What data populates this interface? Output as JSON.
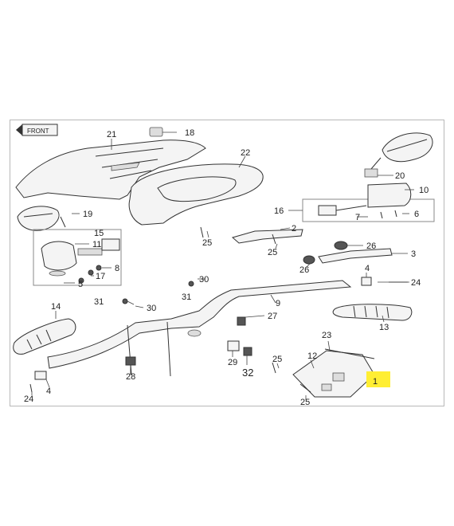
{
  "diagram": {
    "front_label": "FRONT",
    "highlight_color": "#ffee33",
    "callouts": [
      {
        "id": "c1",
        "text": "1"
      },
      {
        "id": "c2",
        "text": "2"
      },
      {
        "id": "c3",
        "text": "3"
      },
      {
        "id": "c4a",
        "text": "4"
      },
      {
        "id": "c4b",
        "text": "4"
      },
      {
        "id": "c5",
        "text": "5"
      },
      {
        "id": "c6",
        "text": "6"
      },
      {
        "id": "c7",
        "text": "7"
      },
      {
        "id": "c8",
        "text": "8"
      },
      {
        "id": "c9",
        "text": "9"
      },
      {
        "id": "c10",
        "text": "10"
      },
      {
        "id": "c11",
        "text": "11"
      },
      {
        "id": "c12",
        "text": "12"
      },
      {
        "id": "c13",
        "text": "13"
      },
      {
        "id": "c14",
        "text": "14"
      },
      {
        "id": "c15",
        "text": "15"
      },
      {
        "id": "c16",
        "text": "16"
      },
      {
        "id": "c17",
        "text": "17"
      },
      {
        "id": "c18",
        "text": "18"
      },
      {
        "id": "c19",
        "text": "19"
      },
      {
        "id": "c20",
        "text": "20"
      },
      {
        "id": "c21",
        "text": "21"
      },
      {
        "id": "c22",
        "text": "22"
      },
      {
        "id": "c23",
        "text": "23"
      },
      {
        "id": "c24a",
        "text": "24"
      },
      {
        "id": "c24b",
        "text": "24"
      },
      {
        "id": "c25a",
        "text": "25"
      },
      {
        "id": "c25b",
        "text": "25"
      },
      {
        "id": "c25c",
        "text": "25"
      },
      {
        "id": "c25d",
        "text": "25"
      },
      {
        "id": "c26",
        "text": "26"
      },
      {
        "id": "c26b",
        "text": "26"
      },
      {
        "id": "c27",
        "text": "27"
      },
      {
        "id": "c28",
        "text": "28"
      },
      {
        "id": "c29",
        "text": "29"
      },
      {
        "id": "c30a",
        "text": "30"
      },
      {
        "id": "c30b",
        "text": "30"
      },
      {
        "id": "c31a",
        "text": "31"
      },
      {
        "id": "c31b",
        "text": "31"
      },
      {
        "id": "c32",
        "text": "32"
      }
    ]
  }
}
